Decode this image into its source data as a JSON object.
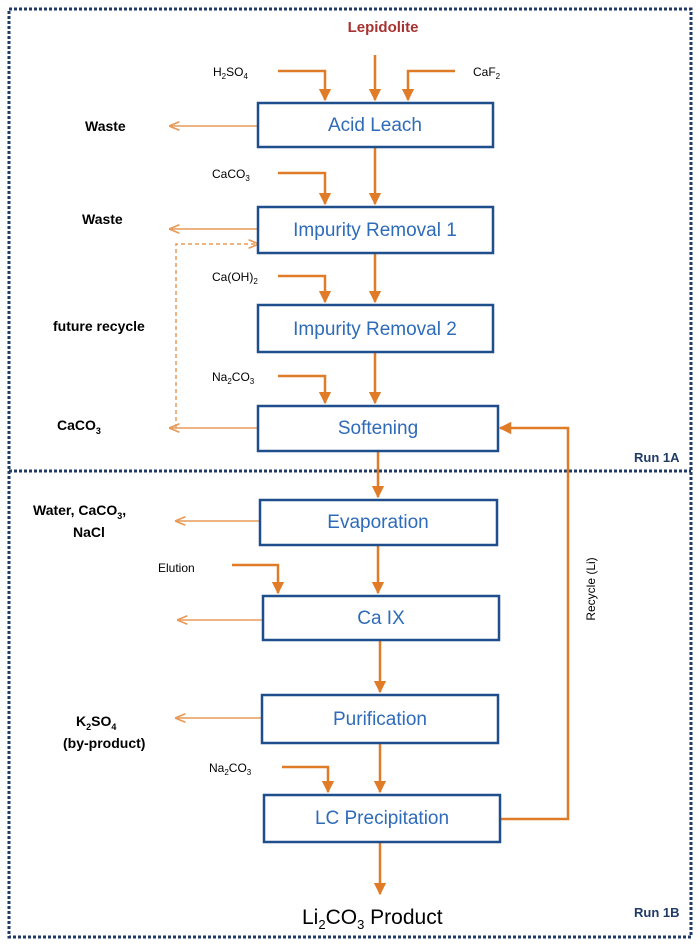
{
  "title": "Lepidolite",
  "process_steps": [
    "Acid Leach",
    "Impurity Removal 1",
    "Impurity Removal 2",
    "Softening",
    "Evaporation",
    "Ca IX",
    "Purification",
    "LC Precipitation"
  ],
  "inputs": {
    "h2so4": {
      "main": "H",
      "sub1": "2",
      "mid": "SO",
      "sub2": "4"
    },
    "caf2": {
      "main": "CaF",
      "sub1": "2"
    },
    "caco3_in": {
      "main": "CaCO",
      "sub1": "3"
    },
    "caoh2": {
      "main": "Ca(OH)",
      "sub1": "2"
    },
    "na2co3_a": {
      "main": "Na",
      "sub1": "2",
      "mid": "CO",
      "sub2": "3"
    },
    "elution": "Elution",
    "na2co3_b": {
      "main": "Na",
      "sub1": "2",
      "mid": "CO",
      "sub2": "3"
    }
  },
  "outputs": {
    "waste1": "Waste",
    "waste2": "Waste",
    "future_recycle": "future recycle",
    "caco3_out": {
      "main": "CaCO",
      "sub1": "3"
    },
    "evap_line1": {
      "pre": "Water, CaCO",
      "sub": "3",
      "post": ","
    },
    "evap_line2": "NaCl",
    "k2so4": {
      "main": "K",
      "sub1": "2",
      "mid": "SO",
      "sub2": "4"
    },
    "byproduct": "(by-product)"
  },
  "product": {
    "main": "Li",
    "sub1": "2",
    "mid": "CO",
    "sub2": "3",
    "post": " Product"
  },
  "recycle_label": "Recycle (Li)",
  "run_labels": {
    "run_a": "Run 1A",
    "run_b": "Run 1B"
  },
  "colors": {
    "flow_arrow": "#e07b28",
    "side_arrow": "#e89a58",
    "box_border": "#1f4e8c",
    "box_text": "#2e6bb8",
    "title": "#a83232",
    "frame": "#1f3b66"
  }
}
